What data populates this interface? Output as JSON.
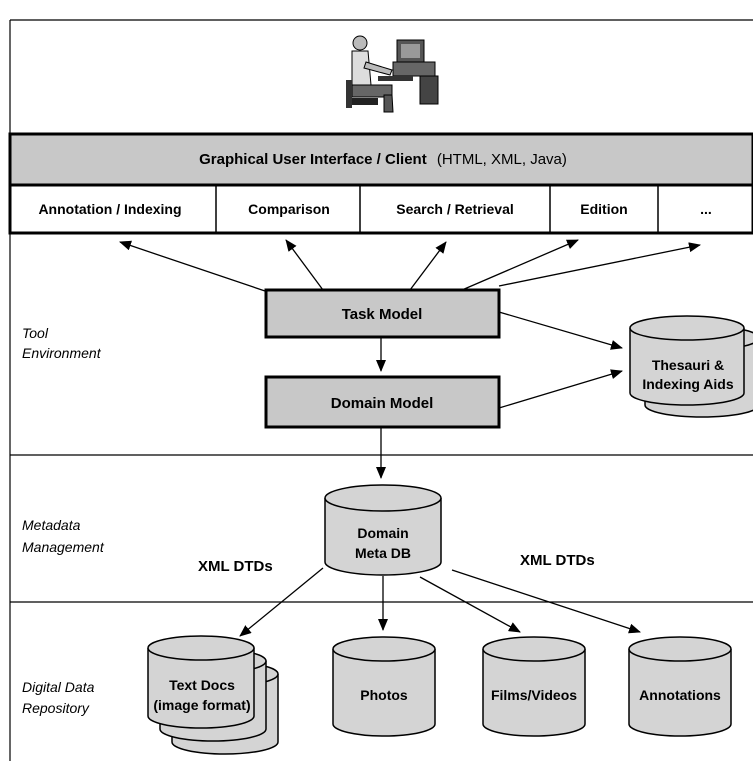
{
  "gui_bar": {
    "title": "Graphical User Interface / Client",
    "subtitle": "(HTML, XML, Java)"
  },
  "task_tabs": [
    "Annotation / Indexing",
    "Comparison",
    "Search / Retrieval",
    "Edition",
    "..."
  ],
  "layers": {
    "tool": [
      "Tool",
      "Environment"
    ],
    "metadata": [
      "Metadata",
      "Management"
    ],
    "repository": [
      "Digital Data",
      "Repository"
    ]
  },
  "models": {
    "task": "Task Model",
    "domain": "Domain Model"
  },
  "thesauri": [
    "Thesauri &",
    "Indexing Aids"
  ],
  "meta_db": [
    "Domain",
    "Meta DB"
  ],
  "dtd_left": "XML DTDs",
  "dtd_right": "XML DTDs",
  "repositories": {
    "text_docs": [
      "Text Docs",
      "(image format)"
    ],
    "photos": "Photos",
    "films": "Films/Videos",
    "annotations": "Annotations"
  },
  "colors": {
    "box_fill": "#c8c8c8",
    "cyl_fill": "#d4d4d4",
    "line": "#000000",
    "background": "#ffffff"
  }
}
